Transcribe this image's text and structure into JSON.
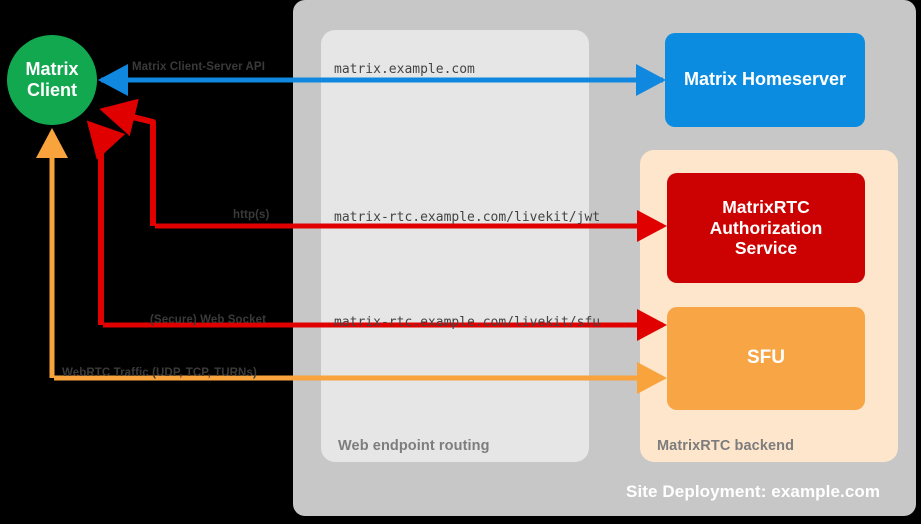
{
  "diagram": {
    "title": "Site Deployment: example.com",
    "panels": {
      "site": {
        "label": "Site Deployment: example.com",
        "color": "#c7c7c7"
      },
      "web_endpoint_routing": {
        "label": "Web endpoint routing",
        "color": "#e6e6e6"
      },
      "matrixrtc_backend": {
        "label": "MatrixRTC backend",
        "color": "#fde6cc"
      }
    },
    "nodes": {
      "client": {
        "label": "Matrix\nClient",
        "line1": "Matrix",
        "line2": "Client",
        "color": "#12a850",
        "shape": "circle"
      },
      "homeserver": {
        "label": "Matrix Homeserver",
        "color": "#0b8ce0",
        "shape": "rect"
      },
      "auth_service": {
        "line1": "MatrixRTC",
        "line2": "Authorization",
        "line3": "Service",
        "color": "#cc0101",
        "shape": "rect"
      },
      "sfu": {
        "label": "SFU",
        "color": "#f7a545",
        "shape": "rect"
      }
    },
    "edges": [
      {
        "id": "cs-api",
        "label": "Matrix Client-Server API",
        "url": "matrix.example.com",
        "color": "#1088e0",
        "from": "client",
        "to": "homeserver",
        "direction": "bidirectional"
      },
      {
        "id": "jwt",
        "label": "http(s)",
        "url": "matrix-rtc.example.com/livekit/jwt",
        "color": "#e00000",
        "from": "client",
        "to": "auth_service",
        "direction": "bidirectional"
      },
      {
        "id": "sfu-ws",
        "label": "(Secure) Web Socket",
        "url": "matrix-rtc.example.com/livekit/sfu",
        "color": "#e00000",
        "from": "client",
        "to": "sfu",
        "direction": "bidirectional"
      },
      {
        "id": "webrtc",
        "label": "WebRTC Traffic (UDP, TCP, TURNs)",
        "url": "",
        "color": "#f9a33c",
        "from": "client",
        "to": "sfu",
        "direction": "bidirectional"
      }
    ]
  }
}
